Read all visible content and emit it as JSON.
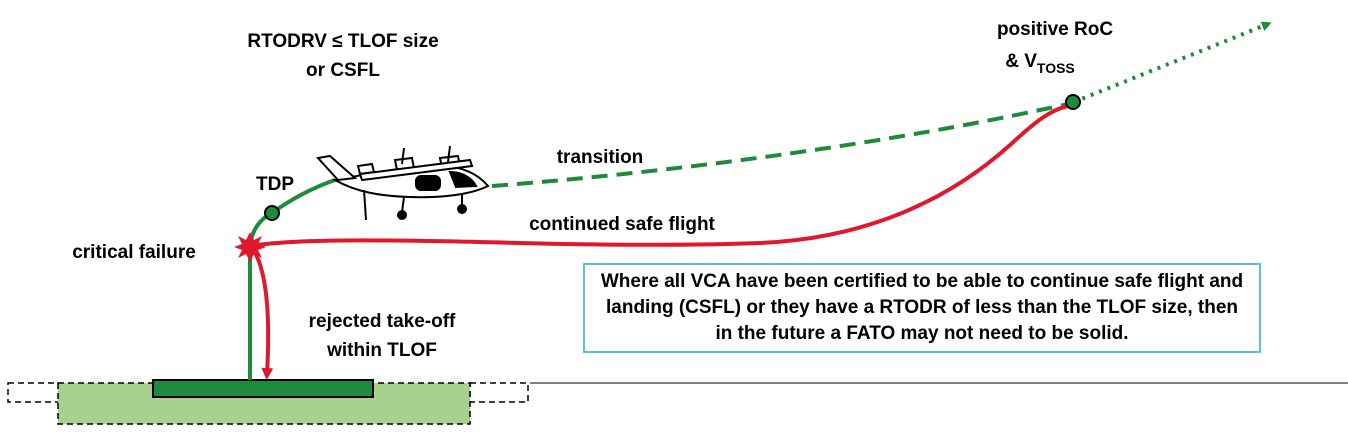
{
  "labels": {
    "rtodrv_line1": "RTODRV ≤ TLOF size",
    "rtodrv_line2": "or CSFL",
    "positive_roc_line1": "positive RoC",
    "vtoss_prefix": "& V",
    "vtoss_sub": "TOSS",
    "transition": "transition",
    "tdp": "TDP",
    "continued_safe_flight": "continued safe flight",
    "critical_failure": "critical failure",
    "rejected_line1": "rejected take-off",
    "rejected_line2": "within TLOF"
  },
  "note": {
    "text": "Where all VCA have been certified to be able to continue safe flight and landing (CSFL) or they have a RTODR of less than the TLOF size, then in the future a FATO may not need to be solid."
  },
  "colors": {
    "green_path": "#1e8a3c",
    "red_path": "#e0182d",
    "fato_fill": "#a9d18e",
    "tlof_fill": "#1e8a3c",
    "note_border": "#5bc0de"
  }
}
